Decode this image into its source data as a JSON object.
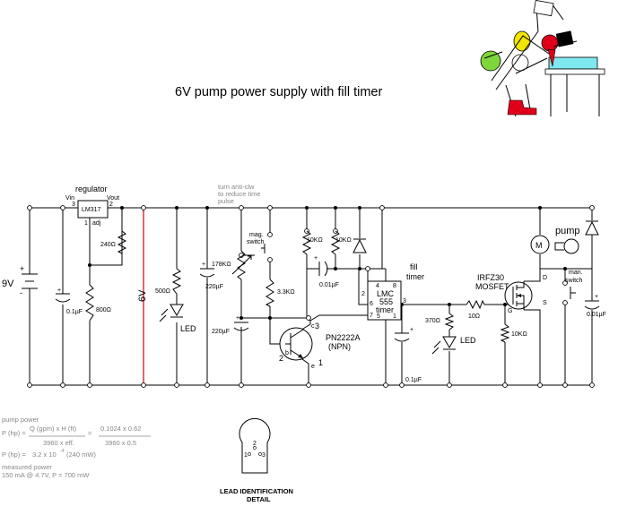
{
  "title": "6V pump power supply with fill timer",
  "colors": {
    "rail_6v": "#d40000",
    "wire": "#000000",
    "note_text": "#888888",
    "fill_green": "#7fd63a",
    "fill_yellow": "#f2e600",
    "fill_red": "#e0001a",
    "water_cyan": "#7fe8ee"
  },
  "components": {
    "battery": "9V",
    "regulator_title": "regulator",
    "regulator_part": "LM317",
    "pin_vin": "Vin",
    "pin_vout": "Vout",
    "pin_3": "3",
    "pin_2": "2",
    "pin_1": "1",
    "pin_adj": "adj",
    "cap_in": "0.1µF",
    "r_240": "240Ω",
    "r_800": "800Ω",
    "rail_label": "6V",
    "r_500": "500Ω",
    "led_1": "LED",
    "cap_220_a": "220µF",
    "note_turn": "turn anti-clw",
    "note_reduce": "to reduce time",
    "note_pulse": "pulse",
    "pot_178k": "178KΩ",
    "mag_switch_1": "mag.",
    "mag_switch_2": "switch",
    "r_3k3": "3.3KΩ",
    "cap_220_b": "220µF",
    "r_10k_a": "10KΩ",
    "r_10k_b": "10KΩ",
    "cap_001_a": "0.01µF",
    "transistor": "PN2222A",
    "transistor_type": "(NPN)",
    "pin_c": "c",
    "pin_b": "b",
    "pin_e": "e",
    "num_3": "3",
    "num_2": "2",
    "num_1": "1",
    "fill_timer_1": "fill",
    "fill_timer_2": "timer",
    "ic_line1": "LMC",
    "ic_line2": "555",
    "ic_line3": "timer",
    "ic_pins": [
      "4",
      "8",
      "2",
      "6",
      "3",
      "7",
      "5",
      "1"
    ],
    "cap_01_b": "0.1µF",
    "r_370": "370Ω",
    "led_2": "LED",
    "r_10": "10Ω",
    "mosfet_1": "IRFZ30",
    "mosfet_2": "MOSFET",
    "pin_d": "D",
    "pin_g": "G",
    "pin_s": "S",
    "r_10k_c": "10KΩ",
    "pump": "pump",
    "motor": "M",
    "man_switch_1": "man.",
    "man_switch_2": "switch",
    "cap_001_b": "0.01µF"
  },
  "formula": {
    "heading": "pump power",
    "line1_lhs": "P (hp) =",
    "line1_num": "Q (gpm) x H (ft)",
    "line1_den": "3960 x eff.",
    "line1_eq": "=",
    "line1_num2": "0.1024 x 0.62",
    "line1_den2": "3960 x 0.5",
    "line2_lhs": "P (hp) =",
    "line2_val": "3.2 x 10",
    "line2_exp": "-4",
    "line2_w": "(240 mW)",
    "measured_heading": "measured power",
    "measured": "150 mA @ 4.7V,     P = 700 mW"
  },
  "lead_detail": {
    "pins_top": "2",
    "pins_left": "1",
    "pins_right": "3",
    "caption_1": "LEAD IDENTIFICATION",
    "caption_2": "DETAIL"
  }
}
